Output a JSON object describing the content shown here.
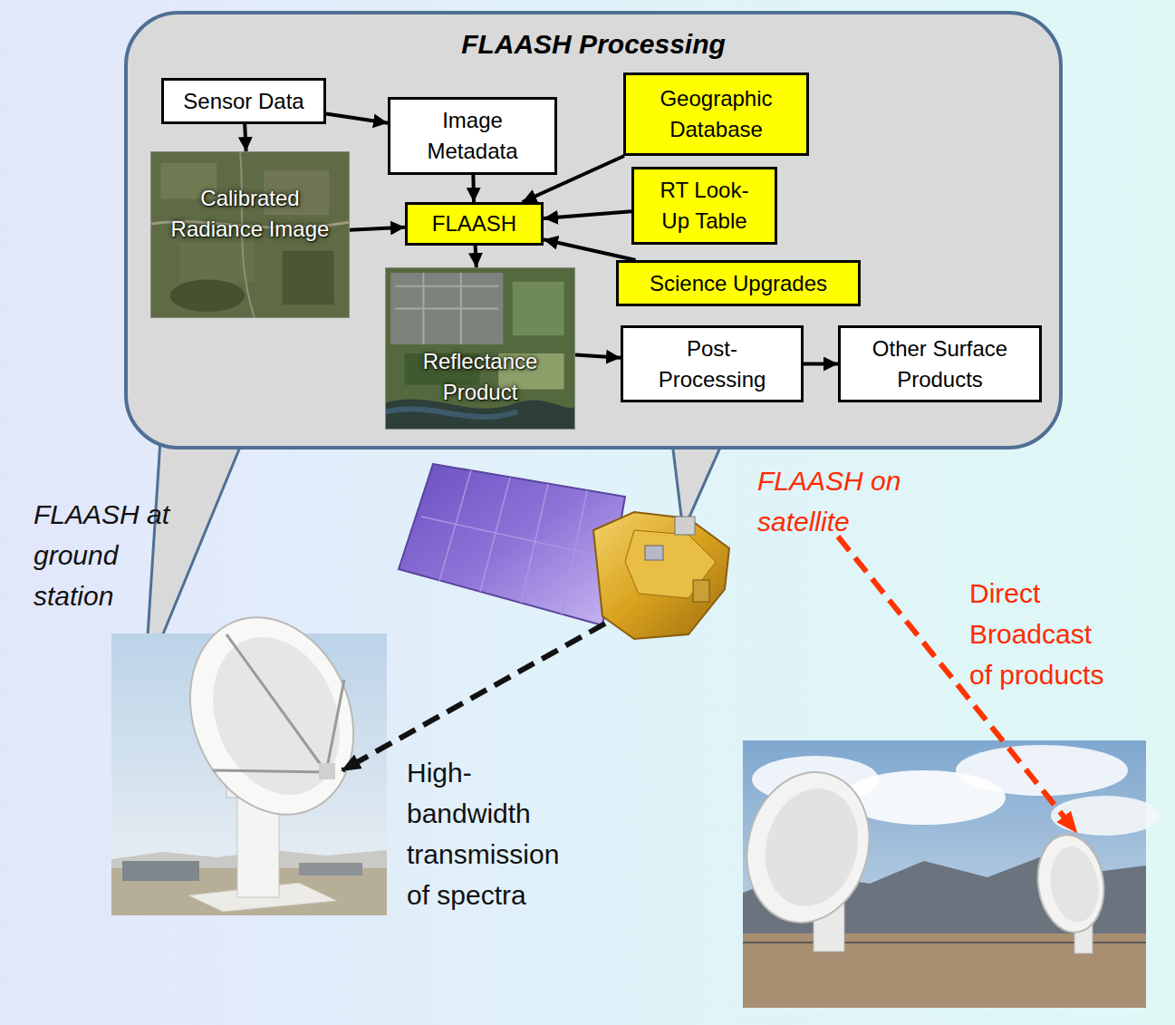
{
  "diagram": {
    "nodes": [
      {
        "text": [
          "FLAASH Processing"
        ]
      },
      {
        "text": [
          "Sensor Data"
        ],
        "in": 0
      },
      {
        "text": [
          "Image Metadata"
        ],
        "in": 0
      },
      {
        "text": [
          "Calibrated Radiance Image"
        ],
        "in": 0
      },
      {
        "text": [
          "FLAASH"
        ],
        "in": 0
      },
      {
        "text": [
          "Geographic Database"
        ],
        "in": 0
      },
      {
        "text": [
          "RT Look-Up Table"
        ],
        "in": 0
      },
      {
        "text": [
          "Science Upgrades"
        ],
        "in": 0
      },
      {
        "text": [
          "Reflectance Product"
        ],
        "in": 0
      },
      {
        "text": [
          "Post-Processing"
        ],
        "in": 0
      },
      {
        "text": [
          "Other Surface Products"
        ],
        "in": 0
      }
    ],
    "edges": [
      {
        "from": 1,
        "to": 2,
        "arrow": "to"
      },
      {
        "from": 1,
        "to": 3,
        "arrow": "to"
      },
      {
        "from": 2,
        "to": 4,
        "arrow": "to"
      },
      {
        "from": 3,
        "to": 4,
        "arrow": "to"
      },
      {
        "from": 5,
        "to": 4,
        "arrow": "to"
      },
      {
        "from": 6,
        "to": 4,
        "arrow": "to"
      },
      {
        "from": 7,
        "to": 4,
        "arrow": "to"
      },
      {
        "from": 4,
        "to": 8,
        "arrow": "to"
      },
      {
        "from": 8,
        "to": 9,
        "arrow": "to"
      },
      {
        "from": 9,
        "to": 10,
        "arrow": "to"
      }
    ],
    "labels": [
      "FLAASH at ground station",
      "FLAASH on satellite",
      "Direct Broadcast of products",
      "High-bandwidth transmission of spectra"
    ]
  }
}
